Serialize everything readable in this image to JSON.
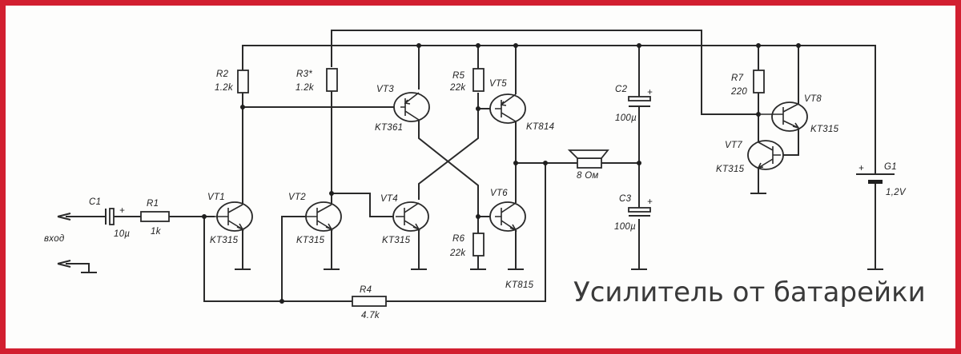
{
  "title": "Усилитель от батарейки",
  "colors": {
    "border": "#d21f30",
    "wire": "#2a2a2a",
    "title": "#3a3a3a"
  },
  "input": {
    "label": "вход"
  },
  "components": {
    "C1": {
      "name": "C1",
      "value": "10µ",
      "polarity": "+"
    },
    "R1": {
      "name": "R1",
      "value": "1k"
    },
    "R2": {
      "name": "R2",
      "value": "1.2k"
    },
    "R3": {
      "name": "R3*",
      "value": "1.2k"
    },
    "R4": {
      "name": "R4",
      "value": "4.7k"
    },
    "R5": {
      "name": "R5",
      "value": "22k"
    },
    "R6": {
      "name": "R6",
      "value": "22k"
    },
    "R7": {
      "name": "R7",
      "value": "220"
    },
    "C2": {
      "name": "C2",
      "value": "100µ",
      "polarity": "+"
    },
    "C3": {
      "name": "C3",
      "value": "100µ",
      "polarity": "+"
    },
    "VT1": {
      "name": "VT1",
      "type": "KT315"
    },
    "VT2": {
      "name": "VT2",
      "type": "KT315"
    },
    "VT3": {
      "name": "VT3",
      "type": "KT361"
    },
    "VT4": {
      "name": "VT4",
      "type": "KT315"
    },
    "VT5": {
      "name": "VT5",
      "type": "KT814"
    },
    "VT6": {
      "name": "VT6",
      "type": "KT815"
    },
    "VT7": {
      "name": "VT7",
      "type": "KT315"
    },
    "VT8": {
      "name": "VT8",
      "type": "KT315"
    },
    "speaker": {
      "value": "8 Ом"
    },
    "G1": {
      "name": "G1",
      "value": "1,2V",
      "polarity": "+"
    }
  }
}
